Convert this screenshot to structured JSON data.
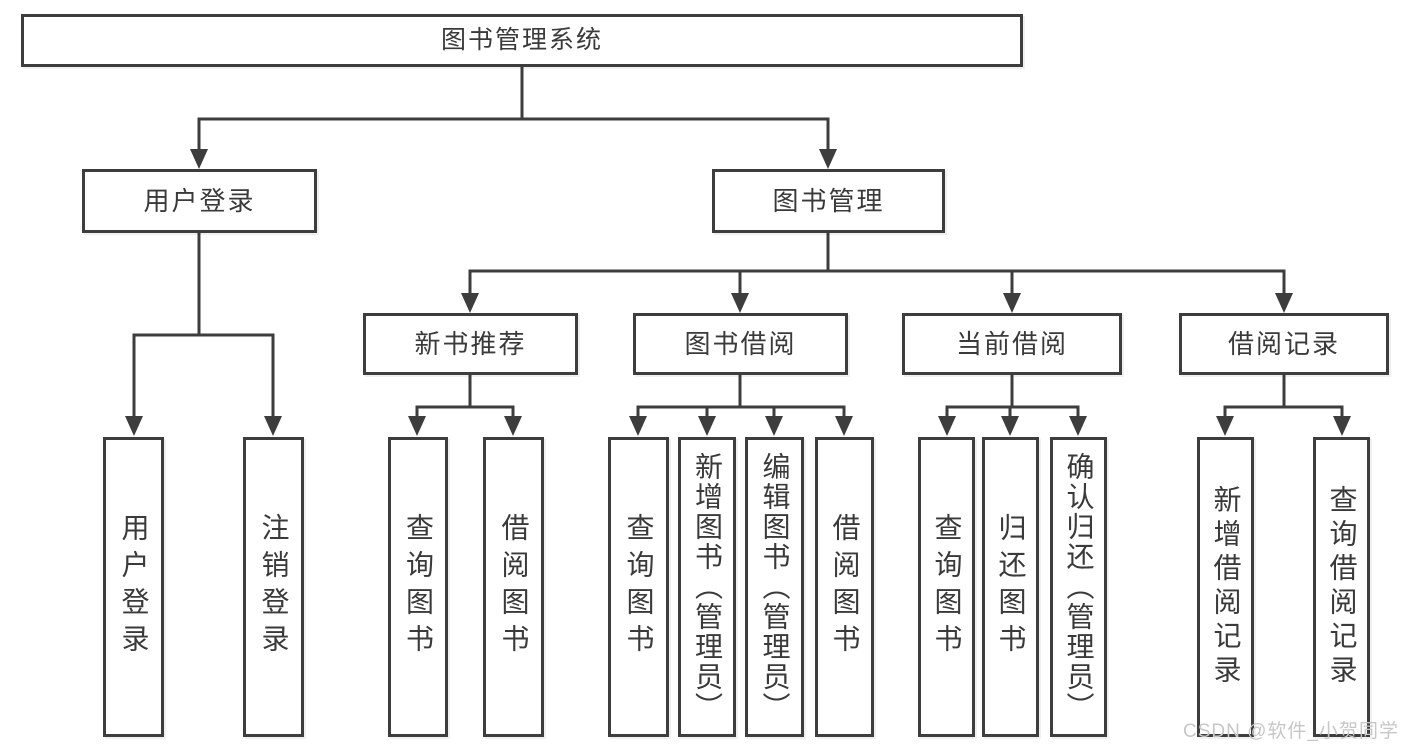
{
  "tree": {
    "root": {
      "label": "图书管理系统"
    },
    "branches": [
      {
        "label": "用户登录",
        "children": [
          {
            "label": "用户登录"
          },
          {
            "label": "注销登录"
          }
        ]
      },
      {
        "label": "图书管理",
        "children": [
          {
            "label": "新书推荐",
            "children": [
              {
                "label": "查询图书"
              },
              {
                "label": "借阅图书"
              }
            ]
          },
          {
            "label": "图书借阅",
            "children": [
              {
                "label": "查询图书"
              },
              {
                "label": "新增图书（管理员）"
              },
              {
                "label": "编辑图书（管理员）"
              },
              {
                "label": "借阅图书"
              }
            ]
          },
          {
            "label": "当前借阅",
            "children": [
              {
                "label": "查询图书"
              },
              {
                "label": "归还图书"
              },
              {
                "label": "确认归还（管理员）"
              }
            ]
          },
          {
            "label": "借阅记录",
            "children": [
              {
                "label": "新增借阅记录"
              },
              {
                "label": "查询借阅记录"
              }
            ]
          }
        ]
      }
    ]
  },
  "watermark": {
    "text": "CSDN @软件_小贺同学"
  },
  "colors": {
    "line": "#3d3d3d",
    "text": "#3a3a3a",
    "background": "#ffffff",
    "watermark": "#c7c7c7"
  }
}
